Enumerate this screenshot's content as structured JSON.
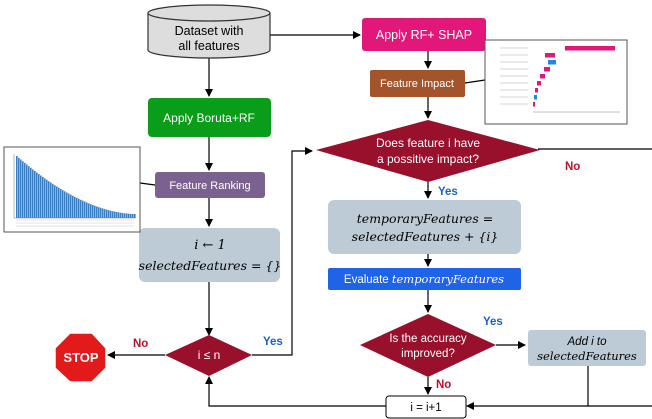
{
  "nodes": {
    "dataset": {
      "line1": "Dataset with",
      "line2": "all features"
    },
    "boruta": {
      "label": "Apply Boruta+RF"
    },
    "ranking": {
      "label": "Feature Ranking"
    },
    "init": {
      "line1": "i ← 1",
      "line2": "selectedFeatures = {}"
    },
    "cond_i": {
      "label": "i ≤ n"
    },
    "stop": {
      "label": "STOP"
    },
    "shap": {
      "label": "Apply RF+ SHAP"
    },
    "impact": {
      "label": "Feature Impact"
    },
    "q_impact": {
      "line1": "Does feature i have",
      "line2": "a possitive impact?"
    },
    "temp": {
      "line1": "temporaryFeatures =",
      "line2": "selectedFeatures + {i}"
    },
    "evaluate": {
      "prefix": "Evaluate ",
      "var": "temporaryFeatures"
    },
    "q_acc": {
      "line1": "Is the accuracy",
      "line2": "improved?"
    },
    "add": {
      "line1": "Add i to",
      "line2": "selectedFeatures"
    },
    "incr": {
      "label": "i = i+1"
    }
  },
  "edges": {
    "yes_impact": "Yes",
    "no_impact": "No",
    "yes_acc": "Yes",
    "no_acc": "No",
    "yes_cond": "Yes",
    "no_cond": "No"
  },
  "colors": {
    "green": "#0a9d1a",
    "purple": "#7b618f",
    "gray": "#bccbd6",
    "darkred": "#98102b",
    "magenta": "#e3177a",
    "brown": "#a4542b",
    "blue": "#1f63e6",
    "stop": "#e21a1a",
    "yes": "#1a63c8",
    "no": "#c0102b"
  }
}
